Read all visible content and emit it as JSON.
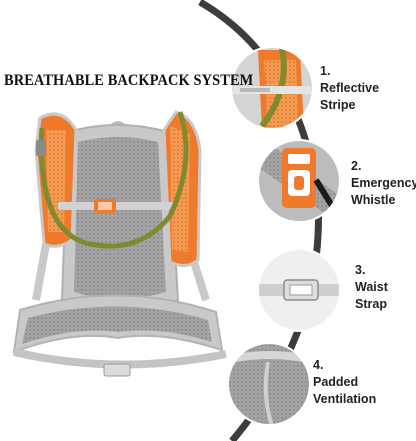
{
  "headline": "BREATHABLE BACKPACK SYSTEM",
  "features": [
    {
      "number": "1.",
      "label": "Reflective Stripe",
      "icon": "reflective-stripe-closeup"
    },
    {
      "number": "2.",
      "label": "Emergency Whistle",
      "icon": "emergency-whistle-closeup"
    },
    {
      "number": "3.",
      "label": "Waist Strap",
      "icon": "waist-strap-buckle-closeup"
    },
    {
      "number": "4.",
      "label": "Padded Ventilation",
      "icon": "padded-ventilation-closeup"
    }
  ],
  "colors": {
    "accent_orange": "#f07a2c",
    "mesh_gray": "#9a9a9a",
    "tube_green": "#7f8b2e",
    "arc_dark": "#3d3d3d"
  }
}
